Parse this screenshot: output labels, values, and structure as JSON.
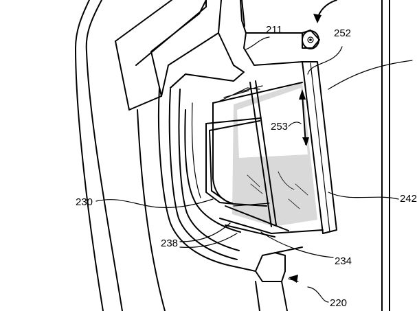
{
  "figure": {
    "reference_numerals": {
      "r211": "211",
      "r252": "252",
      "r253": "253",
      "r230": "230",
      "r242": "242",
      "r238": "238",
      "r234": "234",
      "r220": "220"
    }
  }
}
